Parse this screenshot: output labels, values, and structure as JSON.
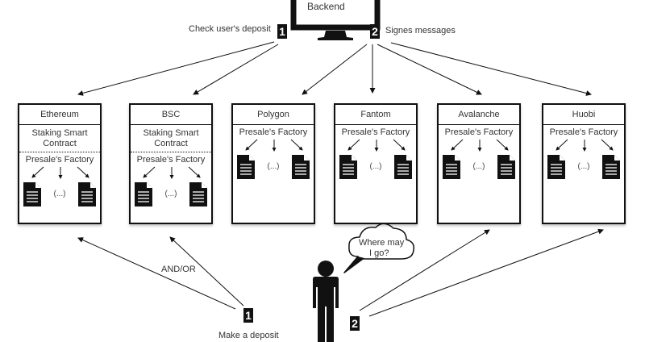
{
  "backend": {
    "label": "Backend"
  },
  "top_steps": [
    {
      "number": "1",
      "label": "Check user's deposit"
    },
    {
      "number": "2",
      "label": "Signes messages"
    }
  ],
  "chains": [
    {
      "name": "Ethereum",
      "staking": "Staking Smart Contract",
      "factory": "Presale's Factory",
      "ellipsis": "(...)"
    },
    {
      "name": "BSC",
      "staking": "Staking Smart Contract",
      "factory": "Presale's Factory",
      "ellipsis": "(...)"
    },
    {
      "name": "Polygon",
      "staking": null,
      "factory": "Presale's Factory",
      "ellipsis": "(...)"
    },
    {
      "name": "Fantom",
      "staking": null,
      "factory": "Presale's Factory",
      "ellipsis": "(...)"
    },
    {
      "name": "Avalanche",
      "staking": null,
      "factory": "Presale's Factory",
      "ellipsis": "(...)"
    },
    {
      "name": "Huobi",
      "staking": null,
      "factory": "Presale's Factory",
      "ellipsis": "(...)"
    }
  ],
  "staking_line1": "Staking Smart",
  "staking_line2": "Contract",
  "bottom_steps": [
    {
      "number": "1",
      "label": "Make a deposit"
    },
    {
      "number": "2",
      "label": ""
    }
  ],
  "and_or": "AND/OR",
  "thought": {
    "line1": "Where may",
    "line2": "I go?"
  },
  "icons": {
    "backend": "monitor-icon",
    "user": "person-icon",
    "thought": "cloud-icon",
    "contract": "document-icon"
  }
}
